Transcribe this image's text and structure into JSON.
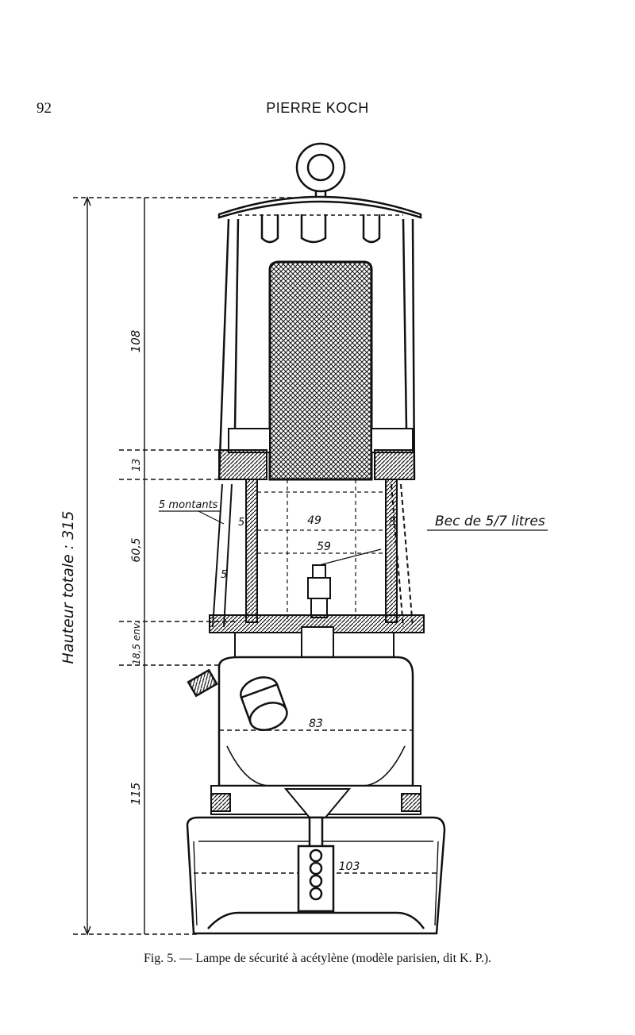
{
  "page": {
    "number": "92",
    "running_head": "PIERRE KOCH"
  },
  "figure": {
    "labels": {
      "total_height": "Hauteur totale : 315",
      "dim_108": "108",
      "dim_13": "13",
      "dim_60_5": "60,5",
      "dim_18_5": "18,5 env.",
      "dim_115": "115",
      "montants": "5 montants",
      "dim_5_a": "5",
      "dim_5_b": "5",
      "dim_5_c": "5",
      "dim_49": "49",
      "dim_59": "59",
      "bec": "Bec de 5/7 litres",
      "dim_83": "83",
      "dim_103": "103"
    }
  },
  "caption": "Fig. 5. — Lampe de sécurité à acétylène (modèle parisien, dit K. P.)."
}
